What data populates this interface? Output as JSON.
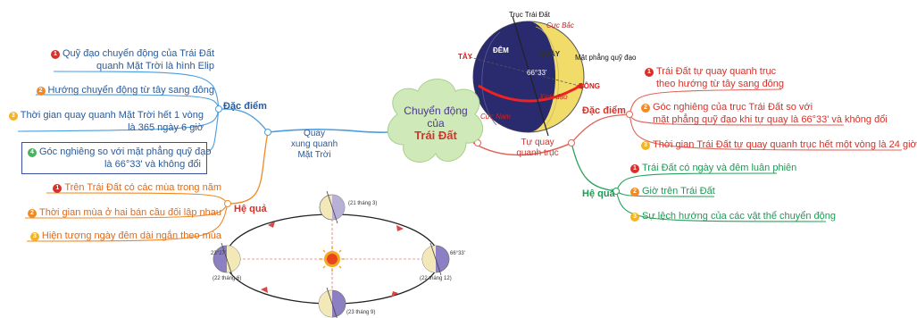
{
  "center": {
    "line1": "Chuyển động",
    "line2": "của",
    "line3": "Trái Đất"
  },
  "left": {
    "branch_label_lines": [
      "Quay",
      "xung quanh",
      "Mặt Trời"
    ],
    "dac_diem": {
      "label": "Đặc điểm",
      "items": [
        {
          "num": "1",
          "lines": [
            "Quỹ đạo chuyển động của Trái Đất",
            "quanh Mặt Trời là hình Elip"
          ]
        },
        {
          "num": "2",
          "lines": [
            "Hướng chuyển động từ tây sang đông"
          ]
        },
        {
          "num": "3",
          "lines": [
            "Thời gian quay quanh Mặt Trời hết 1 vòng",
            "là 365 ngày 6 giờ"
          ]
        },
        {
          "num": "4",
          "lines": [
            "Góc nghiêng so với mặt phẳng quỹ đạo",
            "là 66°33' và không đổi"
          ]
        }
      ]
    },
    "he_qua": {
      "label": "Hệ quả",
      "items": [
        {
          "num": "1",
          "text": "Trên Trái Đất có các mùa trong năm"
        },
        {
          "num": "2",
          "text": "Thời gian mùa ở hai bán cầu đối lập nhau"
        },
        {
          "num": "3",
          "text": "Hiện tượng ngày đêm dài ngắn theo mùa"
        }
      ]
    }
  },
  "right": {
    "branch_label_lines": [
      "Tự quay",
      "quanh trục"
    ],
    "dac_diem": {
      "label": "Đặc điểm",
      "items": [
        {
          "num": "1",
          "lines": [
            "Trái Đất tự quay quanh trục",
            "theo hướng từ tây sang đông"
          ]
        },
        {
          "num": "2",
          "lines": [
            "Góc nghiêng của trục Trái Đất so với",
            "mặt phẳng quỹ đạo khi tự quay là 66°33' và không đổi"
          ]
        },
        {
          "num": "3",
          "lines": [
            "Thời gian Trái Đất tự quay quanh trục hết một vòng là 24 giờ"
          ]
        }
      ]
    },
    "he_qua": {
      "label": "Hệ quả",
      "items": [
        {
          "num": "1",
          "text": "Trái Đất có ngày và đêm luân phiên"
        },
        {
          "num": "2",
          "text": "Giờ trên Trái Đất"
        },
        {
          "num": "3",
          "text": "Sự lệch hướng của các vật thể chuyển động"
        }
      ]
    }
  },
  "globe": {
    "axis": "Trục Trái Đất",
    "north": "Cực Bắc",
    "south": "Cực Nam",
    "night": "ĐÊM",
    "day": "NGÀY",
    "west": "TÂY",
    "east": "ĐÔNG",
    "plane": "Mặt phẳng quỹ đạo",
    "equator": "Xích đạo",
    "angle": "66°33'"
  },
  "orbit": {
    "top": "(21 tháng 3)",
    "left": "(22 tháng 6)",
    "right": "(22 tháng 12)",
    "bottom": "(23 tháng 9)",
    "lat_a": "23°27'",
    "lat_b": "66°33'"
  },
  "colors": {
    "left_branch": "#4a9de0",
    "right_branch": "#e0665a",
    "he_qua_left": "#f08a24",
    "he_qua_right": "#2aa05a",
    "center_fill": "#cfe9b8",
    "center_title": "#d4342c",
    "center_text": "#4a3a8a"
  }
}
